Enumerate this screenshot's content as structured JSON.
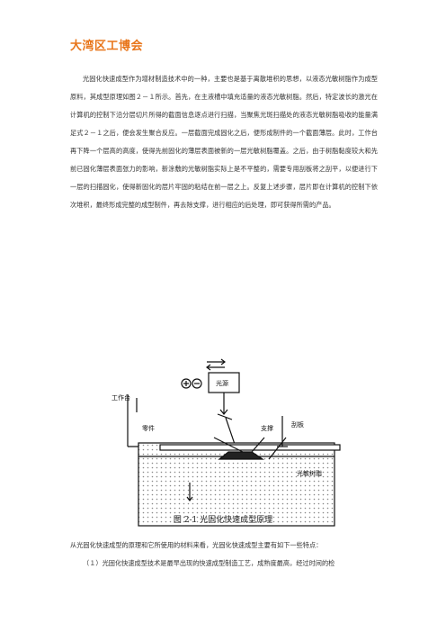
{
  "header": {
    "brand": "大湾区工博会"
  },
  "body": {
    "intro": "光固化快速成型作为增材制造技术中的一种，主要也是基于离散堆积的思想，以液态光敏树脂作为成型原料，其成型原理如图２－１所示。首先，在主液槽中填充适量的液态光敏树脂。然后，特定波长的激光在计算机的控制下沿分层切片所得的截面信息逐点进行扫描，当聚焦光斑扫描处的液态光敏树脂吸收的能量满足式２－１之后，便会发生聚合反应。一层截面完成固化之后，便形成制件的一个截面薄层。此时，工作台再下降一个层高的高度，使得先前固化的薄层表面被新的一层光敏树脂覆盖。之后，由于树脂黏度较大和先前已固化薄层表面张力的影响，新涂敷的光敏树脂实际上是不平整的，需要专用刮板将之刮平，以便进行下一层的扫描固化，使得新固化的层片牢固的粘结在前一层之上。反复上述步骤，层片即在计算机的控制下依次堆积，最终形成完整的成型制件，再去除支撑，进行相应的后处理，即可获得所需的产品。",
    "lead": "从光固化快速成型的原理和它所使用的材料来看，光固化快速成型主要有如下一些特点：",
    "point1": "（１）光固化快速成型技术是最早出现的快速成型制造工艺，成熟度最高，经过时间的检"
  },
  "figure": {
    "caption": "图 2-1 光固化快速成型原理",
    "labels": {
      "laser": "光源",
      "platform": "工作台",
      "part": "零件",
      "support": "支撑",
      "blade": "刮板",
      "resin": "光敏树脂"
    }
  }
}
